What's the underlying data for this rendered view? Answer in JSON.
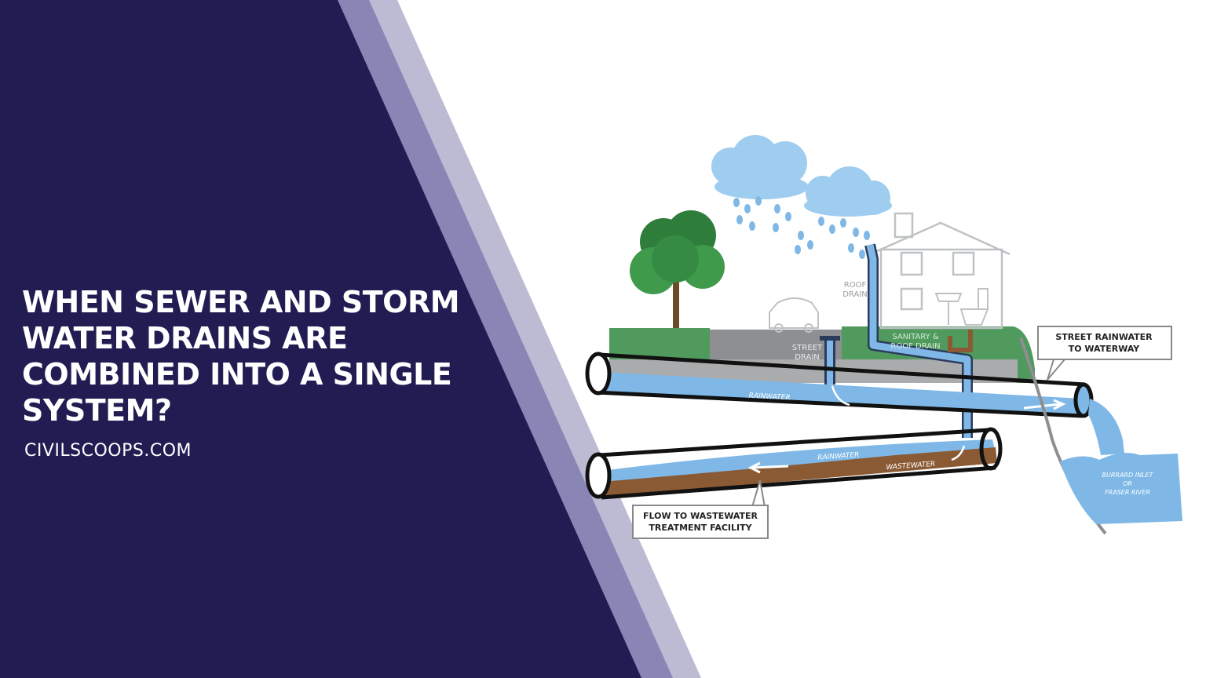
{
  "headline": "WHEN SEWER AND STORM WATER DRAINS ARE COMBINED INTO A SINGLE SYSTEM?",
  "site": "CIVILSCOOPS.COM",
  "colors": {
    "navy": "#211c52",
    "stripe_mid": "#8985b5",
    "stripe_light": "#bdbbd4",
    "water": "#7fb8e6",
    "waste": "#8a5a34",
    "grass": "#4f9a5c",
    "road": "#8d8f92"
  },
  "diagram": {
    "labels": {
      "roof_drain": [
        "ROOF",
        "DRAIN"
      ],
      "street_drain": [
        "STREET",
        "DRAIN"
      ],
      "sanitary": [
        "SANITARY &",
        "ROOF DRAIN"
      ],
      "rainwater_upper": "RAINWATER",
      "rainwater_lower": "RAINWATER",
      "wastewater": "WASTEWATER",
      "river": [
        "BURRARD INLET",
        "OR",
        "FRASER RIVER"
      ]
    },
    "callouts": {
      "waterway": [
        "STREET RAINWATER",
        "TO WATERWAY"
      ],
      "treatment": [
        "FLOW TO WASTEWATER",
        "TREATMENT FACILITY"
      ]
    },
    "icons": [
      "cloud-icon",
      "tree-icon",
      "car-icon",
      "house-icon",
      "sink-icon",
      "toilet-icon"
    ]
  }
}
